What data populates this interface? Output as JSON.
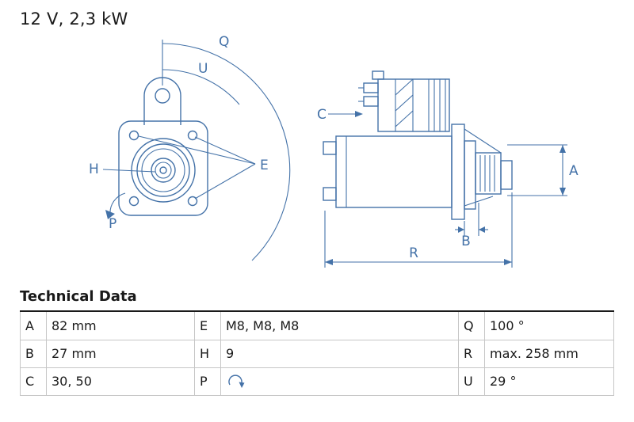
{
  "header": {
    "title": "12 V, 2,3 kW"
  },
  "diagram": {
    "labels": {
      "q": "Q",
      "u": "U",
      "h": "H",
      "e": "E",
      "p": "P",
      "c": "C",
      "a": "A",
      "b": "B",
      "r": "R"
    }
  },
  "icons": {
    "rotation_direction": "circular-arrow"
  },
  "table": {
    "title": "Technical Data",
    "rows": [
      {
        "cells": [
          {
            "k": "A",
            "v": "82 mm"
          },
          {
            "k": "E",
            "v": "M8, M8, M8"
          },
          {
            "k": "Q",
            "v": "100 °"
          }
        ]
      },
      {
        "cells": [
          {
            "k": "B",
            "v": "27 mm"
          },
          {
            "k": "H",
            "v": "9"
          },
          {
            "k": "R",
            "v": "max. 258 mm"
          }
        ]
      },
      {
        "cells": [
          {
            "k": "C",
            "v": "30, 50"
          },
          {
            "k": "P",
            "v": "",
            "icon": "rotation-direction"
          },
          {
            "k": "U",
            "v": "29 °"
          }
        ]
      }
    ]
  },
  "colors": {
    "drawing": "#4472a8",
    "text": "#1a1a1a",
    "table_border": "#c6c6c6"
  }
}
